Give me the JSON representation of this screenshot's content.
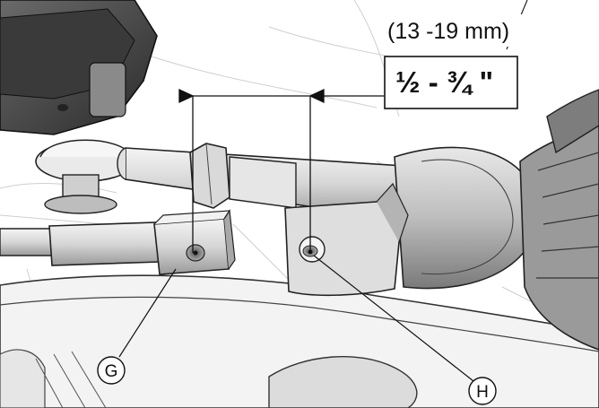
{
  "dimension": {
    "metric_range": "(13 -19 mm)",
    "imperial_range": "½ - ¾ \""
  },
  "callouts": [
    {
      "letter": "G"
    },
    {
      "letter": "H"
    }
  ]
}
